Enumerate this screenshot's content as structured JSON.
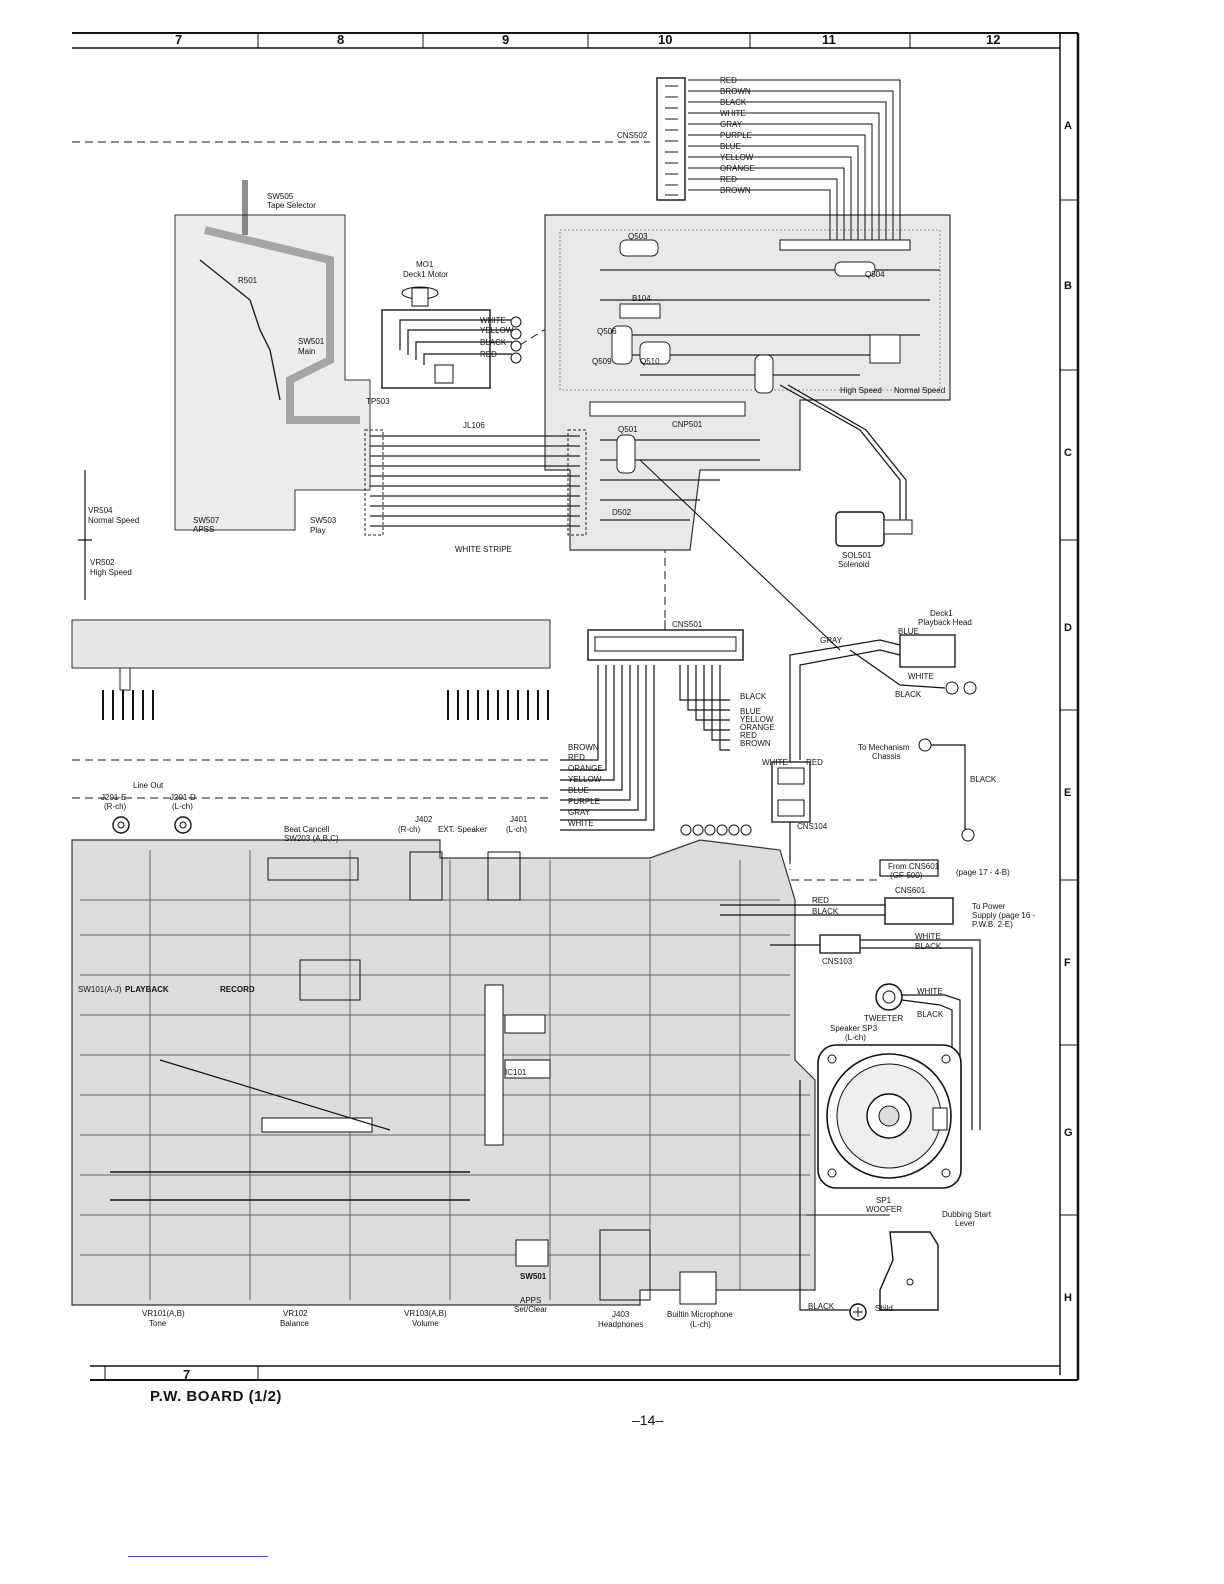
{
  "grid": {
    "columns": [
      "7",
      "8",
      "9",
      "10",
      "11",
      "12"
    ],
    "rows": [
      "A",
      "B",
      "C",
      "D",
      "E",
      "F",
      "G",
      "H"
    ],
    "bottom_column": "7"
  },
  "footer": {
    "title": "P.W. BOARD (1/2)",
    "page_number": "–14–"
  },
  "labels": {
    "sw505": "SW505",
    "sw505_desc": "Tape Selector",
    "r501": "R501",
    "sw501": "SW501",
    "sw501_desc": "Main",
    "m01": "MO1",
    "m01_desc": "Deck1 Motor",
    "white": "WHITE",
    "yellow": "YELLOW",
    "black": "BLACK",
    "red": "RED",
    "cns502": "CNS502",
    "tp503": "TP503",
    "jl106": "JL106",
    "vr504": "VR504",
    "normal_speed": "Normal Speed",
    "vr502": "VR502",
    "high_speed": "High Speed",
    "sw507": "SW507",
    "sw507_desc": "APSS",
    "sw503": "SW503",
    "sw503_desc": "Play",
    "white_stripe": "WHITE STRIPE",
    "q503": "Q503",
    "q504": "Q504",
    "q506": "Q506",
    "q509": "Q509",
    "q510": "Q510",
    "q501": "Q501",
    "d502": "D502",
    "b104": "B104",
    "cnp501": "CNP501",
    "high_speed_label": "High Speed",
    "normal_speed_label": "Normal Speed",
    "sol501": "SOL501",
    "sol501_desc": "Solenoid",
    "cns501": "CNS501",
    "deck1_head_1": "Deck1",
    "deck1_head_2": "Playback Head",
    "gray": "GRAY",
    "blue": "BLUE",
    "to_mechanism": "To Mechanism",
    "chassis": "Chassis",
    "cns104": "CNS104",
    "line_out": "Line Out",
    "j201e": "J201-E",
    "rch": "(R-ch)",
    "j201d": "J201-D",
    "lch": "(L-ch)",
    "beat_cancel": "Beat Cancell",
    "sw203": "SW203 (A,B,C)",
    "j402": "J402",
    "ext_speaker": "EXT. Speaker",
    "j401": "J401",
    "j402_rch": "(R-ch)",
    "j401_lch": "(L-ch)",
    "from_cns601": "From CNS601",
    "gf500": "(GF-500)",
    "page_ref": "(page 17 - 4-B)",
    "cns601": "CNS601",
    "to_power": "To Power",
    "supply": "Supply (page 16 -",
    "pwb": "P.W.B.  2-E)",
    "cns103": "CNS103",
    "tweeter": "TWEETER",
    "speaker_sp3": "Speaker  SP3",
    "speaker_lch": "(L-ch)",
    "sp1": "SP1",
    "woofer": "WOOFER",
    "dubbing_start": "Dubbing Start",
    "lever": "Lever",
    "shild": "Shild",
    "vr101": "VR101(A,B)",
    "tone": "Tone",
    "vr102": "VR102",
    "balance": "Balance",
    "vr103": "VR103(A,B)",
    "volume": "Volume",
    "apps": "APPS",
    "set_clear": "Set/Clear",
    "sw501b": "SW501",
    "j403": "J403",
    "headphones": "Headphones",
    "builtin_mic": "Builtin Microphone",
    "mic_lch": "(L-ch)",
    "playback": "PLAYBACK",
    "record": "RECORD",
    "sw101": "SW101(A-J)",
    "ic101": "IC101"
  },
  "cns502_wires": [
    "RED",
    "BROWN",
    "BLACK",
    "WHITE",
    "GRAY",
    "PURPLE",
    "BLUE",
    "YELLOW",
    "ORANGE",
    "RED",
    "BROWN"
  ],
  "cns501_wires_right": [
    "BLACK",
    "BLUE",
    "YELLOW",
    "ORANGE",
    "RED",
    "BROWN"
  ],
  "cns501_wires_left": [
    "BROWN",
    "RED",
    "ORANGE",
    "YELLOW",
    "BLUE",
    "PURPLE",
    "GRAY",
    "WHITE"
  ],
  "colors": {
    "ink": "#111111",
    "paper": "#ffffff",
    "link": "#3a55c8"
  }
}
